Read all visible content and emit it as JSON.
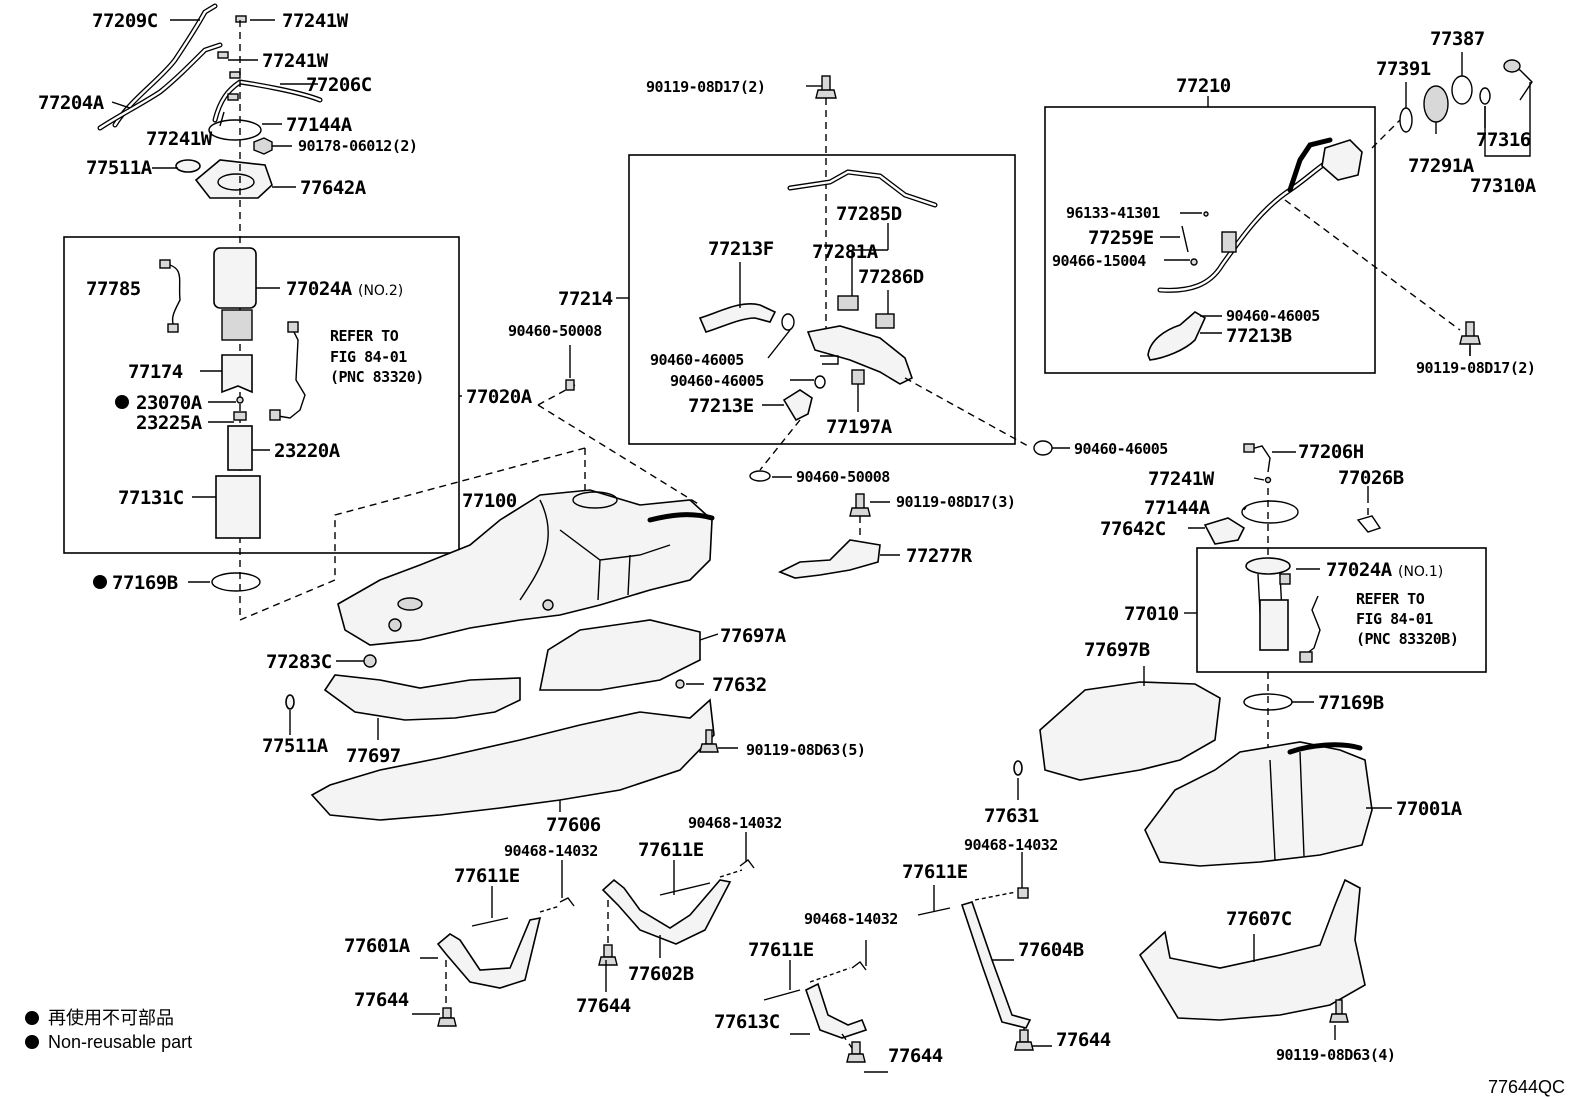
{
  "labels": {
    "l77209C": "77209C",
    "l77241W_a": "77241W",
    "l77241W_b": "77241W",
    "l77206C": "77206C",
    "l77204A": "77204A",
    "l77241W_c": "77241W",
    "l77144A": "77144A",
    "l90178": "90178-06012(2)",
    "l77511A_top": "77511A",
    "l77642A": "77642A",
    "l77785": "77785",
    "l77024A_no2": "77024A",
    "l_no2": "(NO.2)",
    "l77174": "77174",
    "l23070A": "23070A",
    "l23225A": "23225A",
    "l23220A": "23220A",
    "l77131C": "77131C",
    "l77020A": "77020A",
    "l77169B_l": "77169B",
    "l77100": "77100",
    "l77283C": "77283C",
    "l77511A_b": "77511A",
    "l77697": "77697",
    "l77697A": "77697A",
    "l77632": "77632",
    "l90119_08D63_5": "90119-08D63(5)",
    "l77606": "77606",
    "l90119_08D17_2_top": "90119-08D17(2)",
    "l77214": "77214",
    "l90460_50008_a": "90460-50008",
    "l77213F": "77213F",
    "l77285D": "77285D",
    "l77281A": "77281A",
    "l77286D": "77286D",
    "l90460_46005_a": "90460-46005",
    "l90460_46005_b": "90460-46005",
    "l77213E": "77213E",
    "l77197A": "77197A",
    "l90460_50008_b": "90460-50008",
    "l90119_08D17_3": "90119-08D17(3)",
    "l77277R": "77277R",
    "l90460_46005_c": "90460-46005",
    "l77210": "77210",
    "l96133": "96133-41301",
    "l77259E": "77259E",
    "l90466": "90466-15004",
    "l90460_46005_d": "90460-46005",
    "l77213B": "77213B",
    "l77391": "77391",
    "l77387": "77387",
    "l77316": "77316",
    "l77291A": "77291A",
    "l77310A": "77310A",
    "l90119_08D17_2_r": "90119-08D17(2)",
    "l77206H": "77206H",
    "l77241W_r": "77241W",
    "l77026B": "77026B",
    "l77144A_r": "77144A",
    "l77642C": "77642C",
    "l77024A_no1": "77024A",
    "l_no1": "(NO.1)",
    "l77010": "77010",
    "l77169B_r": "77169B",
    "l77697B": "77697B",
    "l77001A": "77001A",
    "l77631": "77631",
    "l90468_a": "90468-14032",
    "l90468_b": "90468-14032",
    "l90468_c": "90468-14032",
    "l90468_d": "90468-14032",
    "l77611E_a": "77611E",
    "l77611E_b": "77611E",
    "l77611E_c": "77611E",
    "l77611E_d": "77611E",
    "l77601A": "77601A",
    "l77602B": "77602B",
    "l77604B": "77604B",
    "l77613C": "77613C",
    "l77644_a": "77644",
    "l77644_b": "77644",
    "l77644_c": "77644",
    "l77644_d": "77644",
    "l77607C": "77607C",
    "l90119_08D63_4": "90119-08D63(4)",
    "l_refer_l1": "REFER TO",
    "l_refer_l2": "FIG 84-01",
    "l_refer_l3": "(PNC 83320)",
    "l_refer_r1": "REFER TO",
    "l_refer_r2": "FIG 84-01",
    "l_refer_r3": "(PNC 83320B)"
  },
  "legend": {
    "jp": "再使用不可部品",
    "en": "Non-reusable part"
  },
  "figure_id": "77644QC"
}
